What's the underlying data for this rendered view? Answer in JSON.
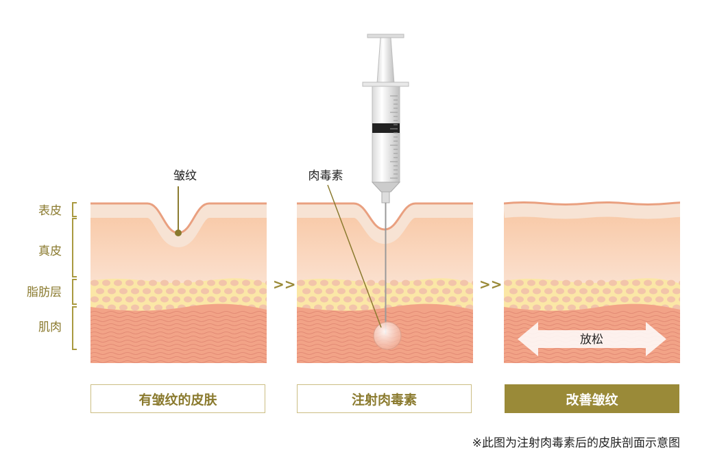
{
  "layer_labels": {
    "epidermis": "表皮",
    "dermis": "真皮",
    "fat": "脂肪层",
    "muscle": "肌肉"
  },
  "callouts": {
    "wrinkle": "皱纹",
    "botox": "肉毒素",
    "relax": "放松"
  },
  "steps": [
    {
      "label": "有皱纹的皮肤"
    },
    {
      "label": "注射肉毒素"
    },
    {
      "label": "改善皱纹"
    }
  ],
  "step_arrow": ">>",
  "footnote": "※此图为注射肉毒素后的皮肤剖面示意图",
  "colors": {
    "accent": "#9a8a38",
    "epidermis_line": "#e9a080",
    "muscle": "#f2a387",
    "fat": "#fbe7a6"
  }
}
